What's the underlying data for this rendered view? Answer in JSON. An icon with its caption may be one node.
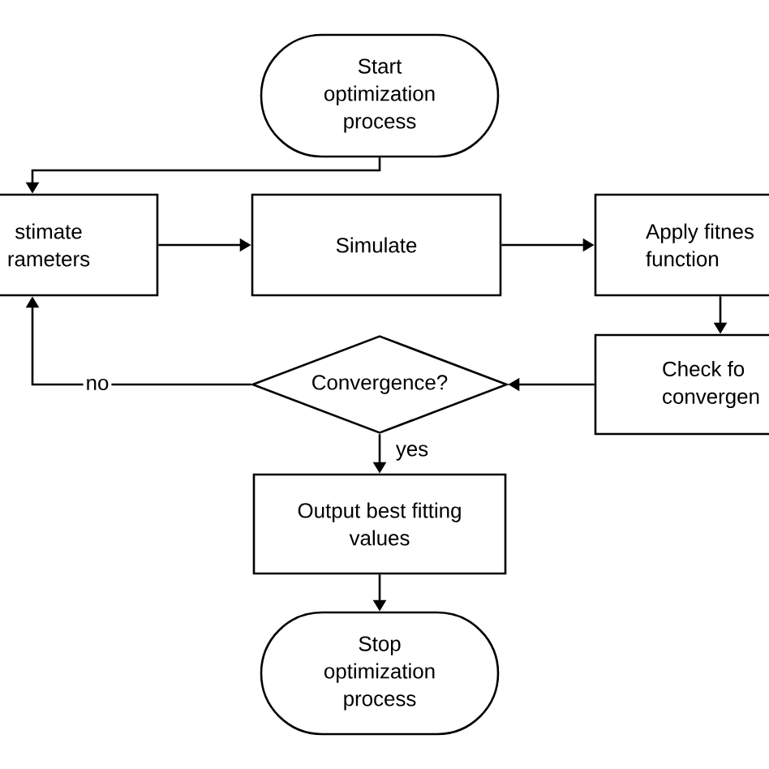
{
  "diagram": {
    "nodes": [
      {
        "text": [
          "Start optimization process"
        ]
      },
      {
        "text": [
          "stimate rameters"
        ]
      },
      {
        "text": [
          "Simulate"
        ]
      },
      {
        "text": [
          "Apply fitnes function"
        ]
      },
      {
        "text": [
          "Check fo convergen"
        ]
      },
      {
        "text": [
          "Convergence?"
        ]
      },
      {
        "text": [
          "Output best fitting values"
        ]
      },
      {
        "text": [
          "Stop optimization process"
        ]
      }
    ],
    "edges": [
      {
        "from": 0,
        "to": 1,
        "arrow": "to"
      },
      {
        "from": 1,
        "to": 2,
        "arrow": "to"
      },
      {
        "from": 2,
        "to": 3,
        "arrow": "to"
      },
      {
        "from": 3,
        "to": 4,
        "arrow": "to"
      },
      {
        "from": 4,
        "to": 5,
        "arrow": "to"
      },
      {
        "from": 5,
        "to": 1,
        "arrow": "to",
        "label": "no"
      },
      {
        "from": 5,
        "to": 6,
        "arrow": "to",
        "label": "yes"
      },
      {
        "from": 6,
        "to": 7,
        "arrow": "to"
      }
    ]
  }
}
